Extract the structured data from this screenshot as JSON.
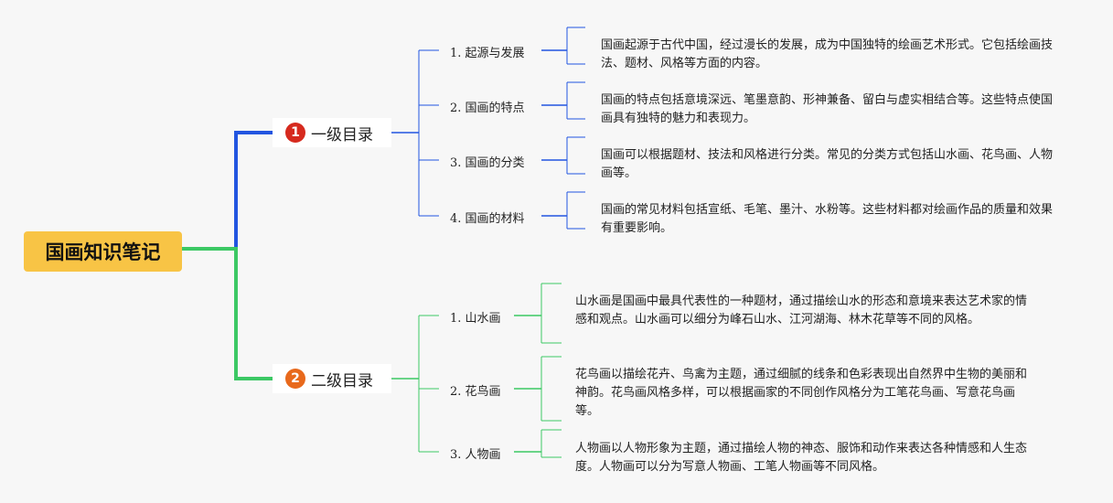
{
  "root": {
    "label": "国画知识笔记"
  },
  "colors": {
    "root_bg": "#f8c445",
    "branch1": "#2255e0",
    "branch2": "#3cc864",
    "badge1": "#d62a1e",
    "badge2": "#e8691c"
  },
  "branches": [
    {
      "badge": "1",
      "label": "一级目录",
      "items": [
        {
          "label": "1. 起源与发展",
          "description": "国画起源于古代中国，经过漫长的发展，成为中国独特的绘画艺术形式。它包括绘画技法、题材、风格等方面的内容。"
        },
        {
          "label": "2. 国画的特点",
          "description": "国画的特点包括意境深远、笔墨意韵、形神兼备、留白与虚实相结合等。这些特点使国画具有独特的魅力和表现力。"
        },
        {
          "label": "3. 国画的分类",
          "description": "国画可以根据题材、技法和风格进行分类。常见的分类方式包括山水画、花鸟画、人物画等。"
        },
        {
          "label": "4. 国画的材料",
          "description": "国画的常见材料包括宣纸、毛笔、墨汁、水粉等。这些材料都对绘画作品的质量和效果有重要影响。"
        }
      ]
    },
    {
      "badge": "2",
      "label": "二级目录",
      "items": [
        {
          "label": "1. 山水画",
          "description": "山水画是国画中最具代表性的一种题材，通过描绘山水的形态和意境来表达艺术家的情感和观点。山水画可以细分为峰石山水、江河湖海、林木花草等不同的风格。"
        },
        {
          "label": "2. 花鸟画",
          "description": "花鸟画以描绘花卉、鸟禽为主题，通过细腻的线条和色彩表现出自然界中生物的美丽和神韵。花鸟画风格多样，可以根据画家的不同创作风格分为工笔花鸟画、写意花鸟画等。"
        },
        {
          "label": "3. 人物画",
          "description": "人物画以人物形象为主题，通过描绘人物的神态、服饰和动作来表达各种情感和人生态度。人物画可以分为写意人物画、工笔人物画等不同风格。"
        }
      ]
    }
  ]
}
